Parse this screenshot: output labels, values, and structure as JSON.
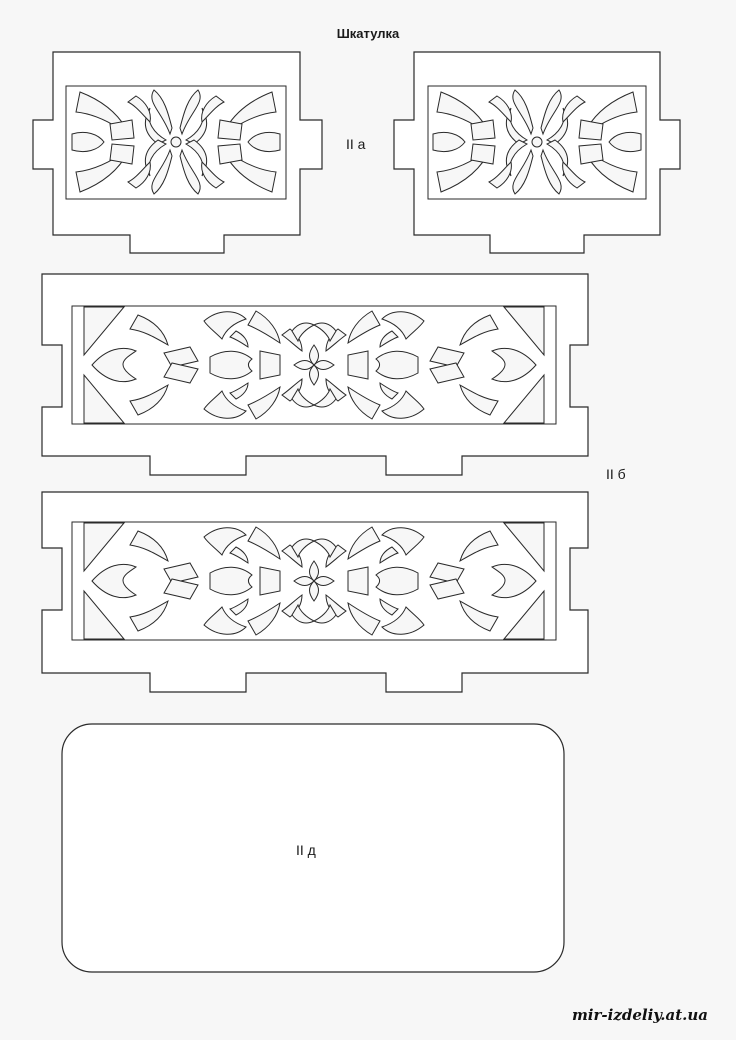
{
  "title": "Шкатулка",
  "labels": {
    "part_a": "II  a",
    "part_b": "II  б",
    "part_d": "II  д"
  },
  "watermark": "mir-izdeliy.at.ua",
  "colors": {
    "background": "#f7f7f7",
    "part_fill": "#ffffff",
    "line": "#2a2a2a"
  }
}
